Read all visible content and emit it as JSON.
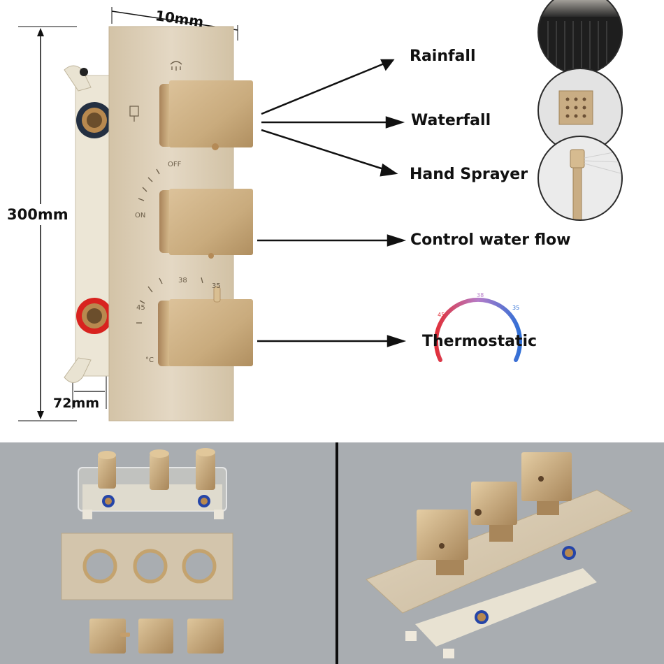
{
  "dimensions": {
    "width": "10mm",
    "height": "300mm",
    "depth": "72mm"
  },
  "valve_plate": {
    "off_label": "OFF",
    "on_label": "ON",
    "temp_38": "38",
    "temp_35": "35",
    "temp_45": "45",
    "temp_unit": "°C"
  },
  "functions": [
    {
      "label": "Rainfall"
    },
    {
      "label": "Waterfall"
    },
    {
      "label": "Hand Sprayer"
    },
    {
      "label": "Control water flow"
    },
    {
      "label": "Thermostatic"
    }
  ],
  "thermo_dial": {
    "hot": "45",
    "mid": "38",
    "cold": "35"
  },
  "colors": {
    "brass": "#c9ad84",
    "brass_dark": "#a8875a",
    "plate": "#d9cbb2",
    "panel_bg": "#a9adb1",
    "hot": "#e0303a",
    "cold": "#2f6fd6"
  }
}
